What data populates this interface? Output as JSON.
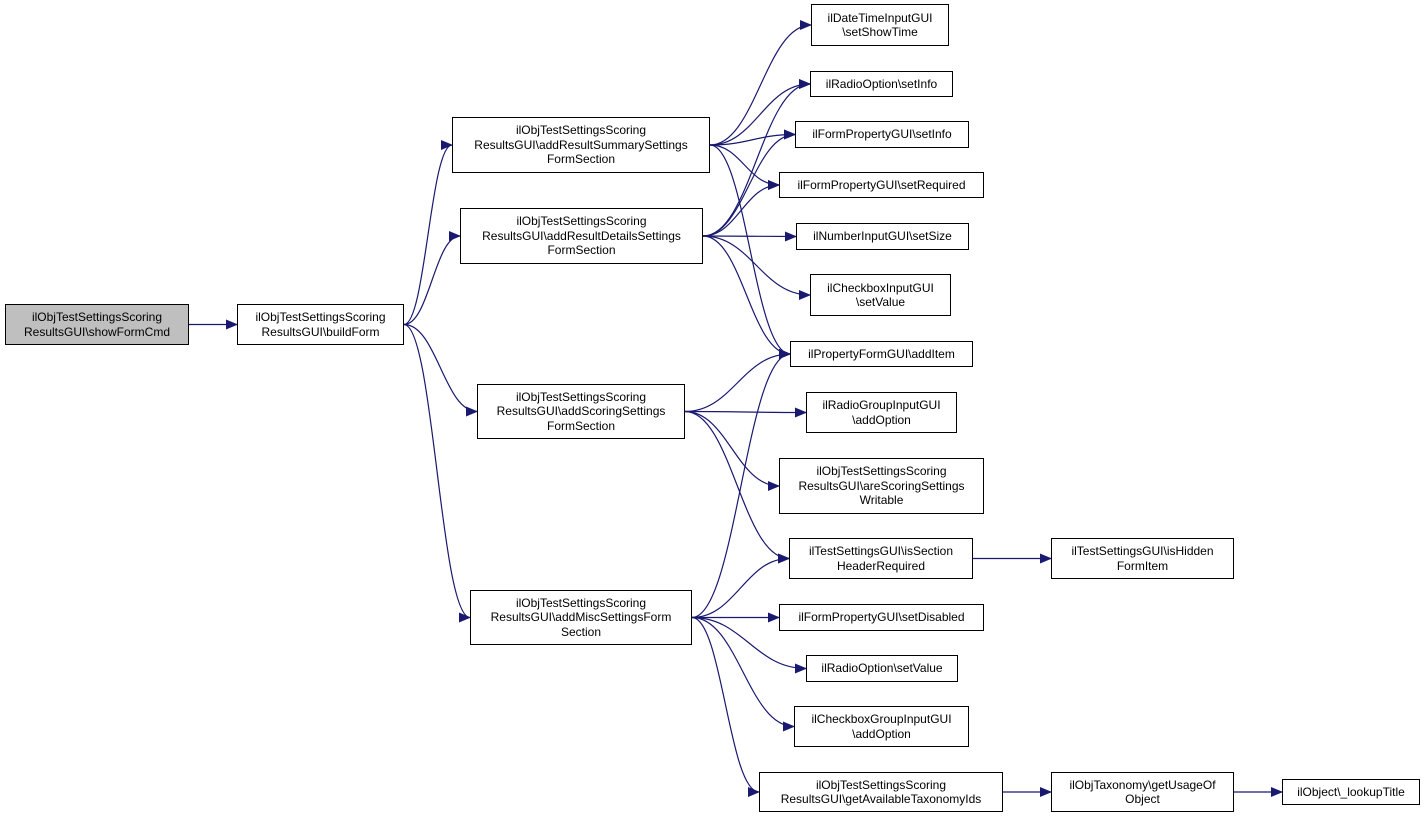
{
  "colors": {
    "edge": "#191970",
    "root_fill": "#bfbfbf",
    "node_fill": "#ffffff",
    "border": "#000000"
  },
  "nodes": {
    "showformcmd": "ilObjTestSettingsScoring\nResultsGUI\\showFormCmd",
    "buildform": "ilObjTestSettingsScoring\nResultsGUI\\buildForm",
    "addresultsummary": "ilObjTestSettingsScoring\nResultsGUI\\addResultSummarySettings\nFormSection",
    "addresultdetails": "ilObjTestSettingsScoring\nResultsGUI\\addResultDetailsSettings\nFormSection",
    "addscoring": "ilObjTestSettingsScoring\nResultsGUI\\addScoringSettings\nFormSection",
    "addmisc": "ilObjTestSettingsScoring\nResultsGUI\\addMiscSettingsForm\nSection",
    "datetime_setshowtime": "ilDateTimeInputGUI\n\\setShowTime",
    "radiooption_setinfo": "ilRadioOption\\setInfo",
    "formproperty_setinfo": "ilFormPropertyGUI\\setInfo",
    "formproperty_setrequired": "ilFormPropertyGUI\\setRequired",
    "numberinput_setsize": "ilNumberInputGUI\\setSize",
    "checkbox_setvalue": "ilCheckboxInputGUI\n\\setValue",
    "propertyform_additem": "ilPropertyFormGUI\\addItem",
    "radiogroup_addoption": "ilRadioGroupInputGUI\n\\addOption",
    "arescoringwritable": "ilObjTestSettingsScoring\nResultsGUI\\areScoringSettings\nWritable",
    "issectionheader": "ilTestSettingsGUI\\isSection\nHeaderRequired",
    "ishiddenformitem": "ilTestSettingsGUI\\isHidden\nFormItem",
    "formproperty_setdisabled": "ilFormPropertyGUI\\setDisabled",
    "radiooption_setvalue": "ilRadioOption\\setValue",
    "checkboxgroup_addoption": "ilCheckboxGroupInputGUI\n\\addOption",
    "getavailabletaxonomy": "ilObjTestSettingsScoring\nResultsGUI\\getAvailableTaxonomyIds",
    "getusageofobject": "ilObjTaxonomy\\getUsageOf\nObject",
    "lookuptitle": "ilObject\\_lookupTitle"
  },
  "edges": [
    [
      "showformcmd",
      "buildform"
    ],
    [
      "buildform",
      "addresultsummary"
    ],
    [
      "buildform",
      "addresultdetails"
    ],
    [
      "buildform",
      "addscoring"
    ],
    [
      "buildform",
      "addmisc"
    ],
    [
      "addresultsummary",
      "datetime_setshowtime"
    ],
    [
      "addresultsummary",
      "radiooption_setinfo"
    ],
    [
      "addresultsummary",
      "formproperty_setinfo"
    ],
    [
      "addresultsummary",
      "formproperty_setrequired"
    ],
    [
      "addresultsummary",
      "propertyform_additem"
    ],
    [
      "addresultdetails",
      "radiooption_setinfo"
    ],
    [
      "addresultdetails",
      "formproperty_setinfo"
    ],
    [
      "addresultdetails",
      "formproperty_setrequired"
    ],
    [
      "addresultdetails",
      "numberinput_setsize"
    ],
    [
      "addresultdetails",
      "checkbox_setvalue"
    ],
    [
      "addresultdetails",
      "propertyform_additem"
    ],
    [
      "addscoring",
      "propertyform_additem"
    ],
    [
      "addscoring",
      "radiogroup_addoption"
    ],
    [
      "addscoring",
      "arescoringwritable"
    ],
    [
      "addscoring",
      "issectionheader"
    ],
    [
      "addmisc",
      "propertyform_additem"
    ],
    [
      "addmisc",
      "issectionheader"
    ],
    [
      "addmisc",
      "formproperty_setdisabled"
    ],
    [
      "addmisc",
      "radiooption_setvalue"
    ],
    [
      "addmisc",
      "checkboxgroup_addoption"
    ],
    [
      "addmisc",
      "getavailabletaxonomy"
    ],
    [
      "issectionheader",
      "ishiddenformitem"
    ],
    [
      "getavailabletaxonomy",
      "getusageofobject"
    ],
    [
      "getusageofobject",
      "lookuptitle"
    ]
  ]
}
